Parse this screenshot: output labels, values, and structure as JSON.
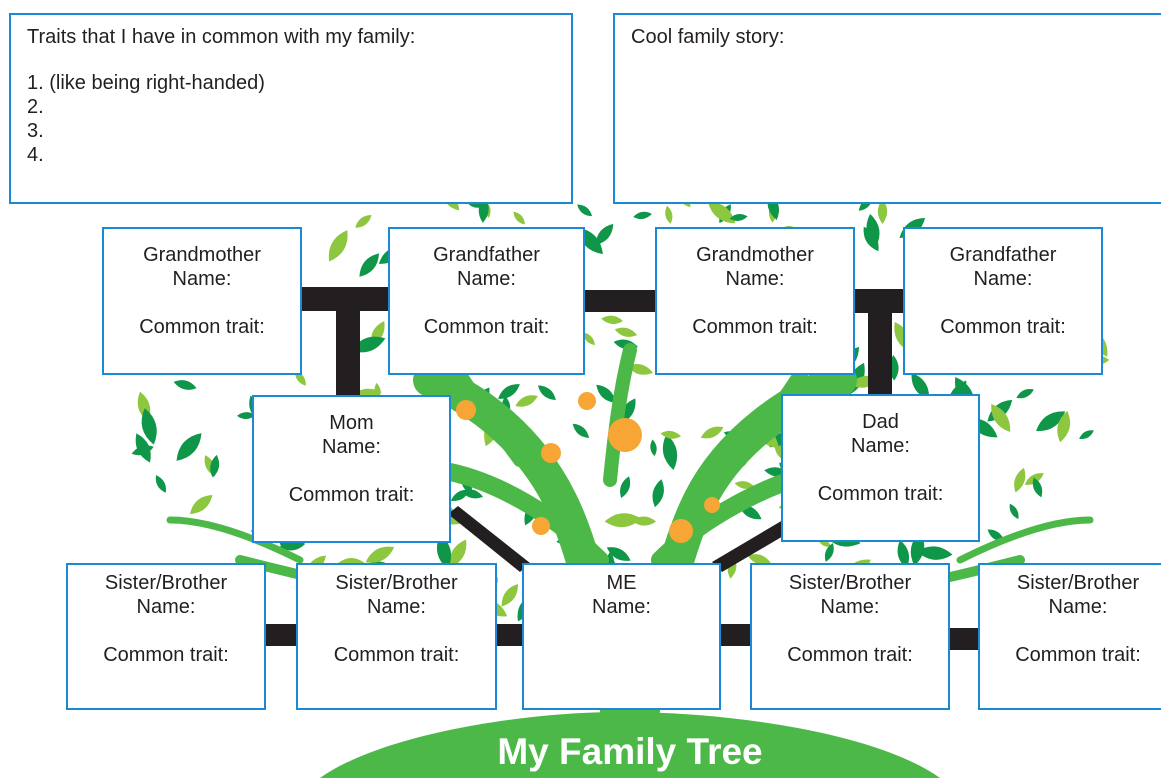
{
  "traits_box": {
    "heading": "Traits that I have in common with my family:",
    "items": [
      "1. (like being right-handed)",
      "2.",
      "3.",
      "4."
    ]
  },
  "story_box": {
    "heading": "Cool family story:"
  },
  "members": {
    "grandmother_left": {
      "role": "Grandmother",
      "name": "Name:",
      "trait": "Common trait:"
    },
    "grandfather_left": {
      "role": "Grandfather",
      "name": "Name:",
      "trait": "Common trait:"
    },
    "grandmother_right": {
      "role": "Grandmother",
      "name": "Name:",
      "trait": "Common trait:"
    },
    "grandfather_right": {
      "role": "Grandfather",
      "name": "Name:",
      "trait": "Common trait:"
    },
    "mom": {
      "role": "Mom",
      "name": "Name:",
      "trait": "Common trait:"
    },
    "dad": {
      "role": "Dad",
      "name": "Name:",
      "trait": "Common trait:"
    },
    "sibling_1": {
      "role": "Sister/Brother",
      "name": "Name:",
      "trait": "Common trait:"
    },
    "sibling_2": {
      "role": "Sister/Brother",
      "name": "Name:",
      "trait": "Common trait:"
    },
    "me": {
      "role": "ME",
      "name": "Name:"
    },
    "sibling_3": {
      "role": "Sister/Brother",
      "name": "Name:",
      "trait": "Common trait:"
    },
    "sibling_4": {
      "role": "Sister/Brother",
      "name": "Name:",
      "trait": "Common trait:"
    }
  },
  "title": "My Family Tree",
  "colors": {
    "box_border": "#1a8ad4",
    "connector": "#231f20",
    "leaf_dark": "#0f9648",
    "leaf_light": "#8dc63f",
    "trunk": "#4cb848",
    "fruit": "#f7a635"
  }
}
